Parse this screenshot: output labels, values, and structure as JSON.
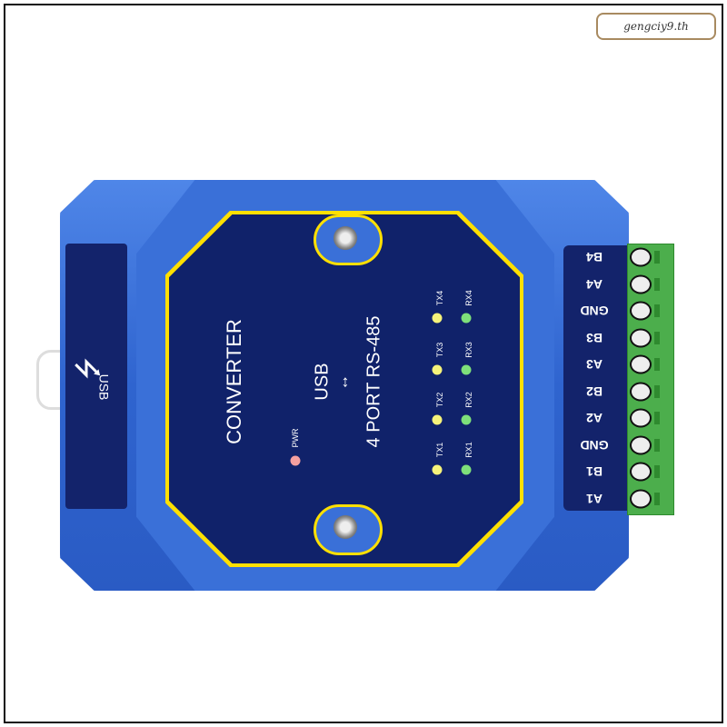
{
  "watermark": "gengciy9.th",
  "device": {
    "usb_port_label": "USB",
    "usb_icon": "usb-icon",
    "title": "CONVERTER",
    "line1": "USB",
    "arrow": "↕",
    "line2": "4 PORT RS-485",
    "pwr_label": "PWR",
    "leds": [
      {
        "label": "TX4",
        "color": "#f6f37a"
      },
      {
        "label": "RX4",
        "color": "#7ee07a"
      },
      {
        "label": "TX3",
        "color": "#f6f37a"
      },
      {
        "label": "RX3",
        "color": "#7ee07a"
      },
      {
        "label": "TX2",
        "color": "#f6f37a"
      },
      {
        "label": "RX2",
        "color": "#7ee07a"
      },
      {
        "label": "TX1",
        "color": "#f6f37a"
      },
      {
        "label": "RX1",
        "color": "#7ee07a"
      }
    ],
    "pwr_led_color": "#f4a0a0",
    "terminals": [
      "B4",
      "A4",
      "GND",
      "B3",
      "A3",
      "B2",
      "A2",
      "GND",
      "B1",
      "A1"
    ]
  }
}
